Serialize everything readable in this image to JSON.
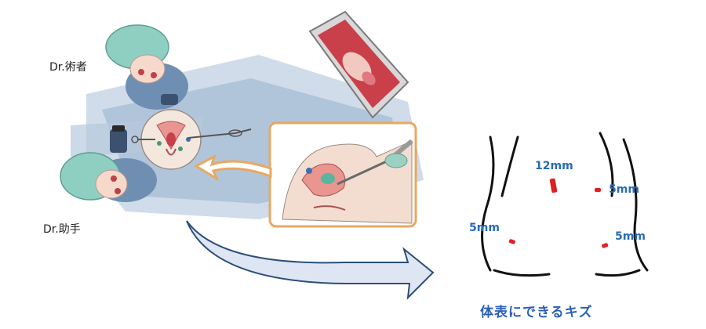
{
  "labels": {
    "surgeon": "Dr.術者",
    "assistant": "Dr.助手"
  },
  "incisions": [
    {
      "label": "12mm"
    },
    {
      "label": "5mm"
    },
    {
      "label": "5mm"
    },
    {
      "label": "5mm"
    }
  ],
  "caption": "体表にできるキズ",
  "colors": {
    "label_blue": "#2a6ab8",
    "caption_blue": "#2b5fb7",
    "incision_red": "#e02020",
    "inset_border": "#e8a860",
    "cap_green": "#8fcfc2",
    "drape_blue": "#9fb6cf"
  }
}
